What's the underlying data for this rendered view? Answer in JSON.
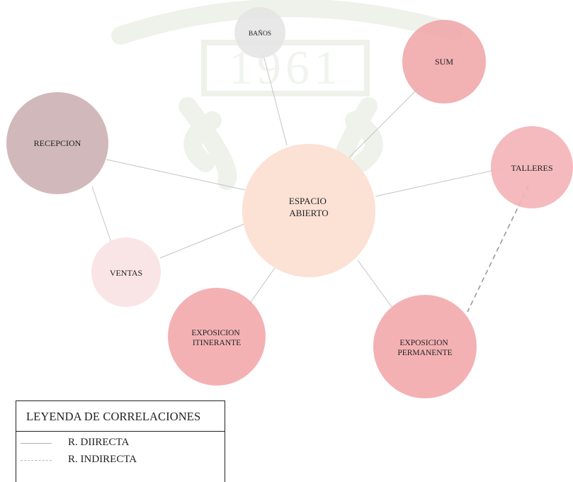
{
  "diagram": {
    "nodes": {
      "banos": {
        "label": "BAÑOS",
        "color": "#e4e4e4"
      },
      "sum": {
        "label": "SUM",
        "color": "#f0a3a6"
      },
      "recepcion": {
        "label": "RECEPCION",
        "color": "#ccb0b2"
      },
      "talleres": {
        "label": "TALLERES",
        "color": "#f3b3b6"
      },
      "espacio_abierto": {
        "label_lines": [
          "ESPACIO",
          "ABIERTO"
        ],
        "color": "#fce1d5"
      },
      "ventas": {
        "label": "VENTAS",
        "color": "#f9e4e6"
      },
      "exposicion_itinerante": {
        "label_lines": [
          "EXPOSICION",
          "ITINERANTE"
        ],
        "color": "#f3a9ac"
      },
      "exposicion_permanente": {
        "label_lines": [
          "EXPOSICION",
          "PERMANENTE"
        ],
        "color": "#f3a9ac"
      }
    },
    "relations": [
      {
        "from": "espacio_abierto",
        "to": "banos",
        "type": "directa"
      },
      {
        "from": "espacio_abierto",
        "to": "sum",
        "type": "directa"
      },
      {
        "from": "espacio_abierto",
        "to": "recepcion",
        "type": "directa"
      },
      {
        "from": "espacio_abierto",
        "to": "talleres",
        "type": "directa"
      },
      {
        "from": "espacio_abierto",
        "to": "ventas",
        "type": "directa"
      },
      {
        "from": "espacio_abierto",
        "to": "exposicion_itinerante",
        "type": "directa"
      },
      {
        "from": "espacio_abierto",
        "to": "exposicion_permanente",
        "type": "directa"
      },
      {
        "from": "recepcion",
        "to": "ventas",
        "type": "directa"
      },
      {
        "from": "talleres",
        "to": "exposicion_permanente",
        "type": "indirecta"
      }
    ],
    "line_colors": {
      "directa": "#c4c4c4",
      "indirecta": "#9a9a9a"
    }
  },
  "watermark": {
    "text": "1961",
    "color": "#f1f4ee"
  },
  "legend": {
    "title": "LEYENDA DE CORRELACIONES",
    "items": [
      {
        "label": "R. DIIRECTA",
        "style": "solid"
      },
      {
        "label": "R. INDIRECTA",
        "style": "dashed"
      }
    ]
  }
}
